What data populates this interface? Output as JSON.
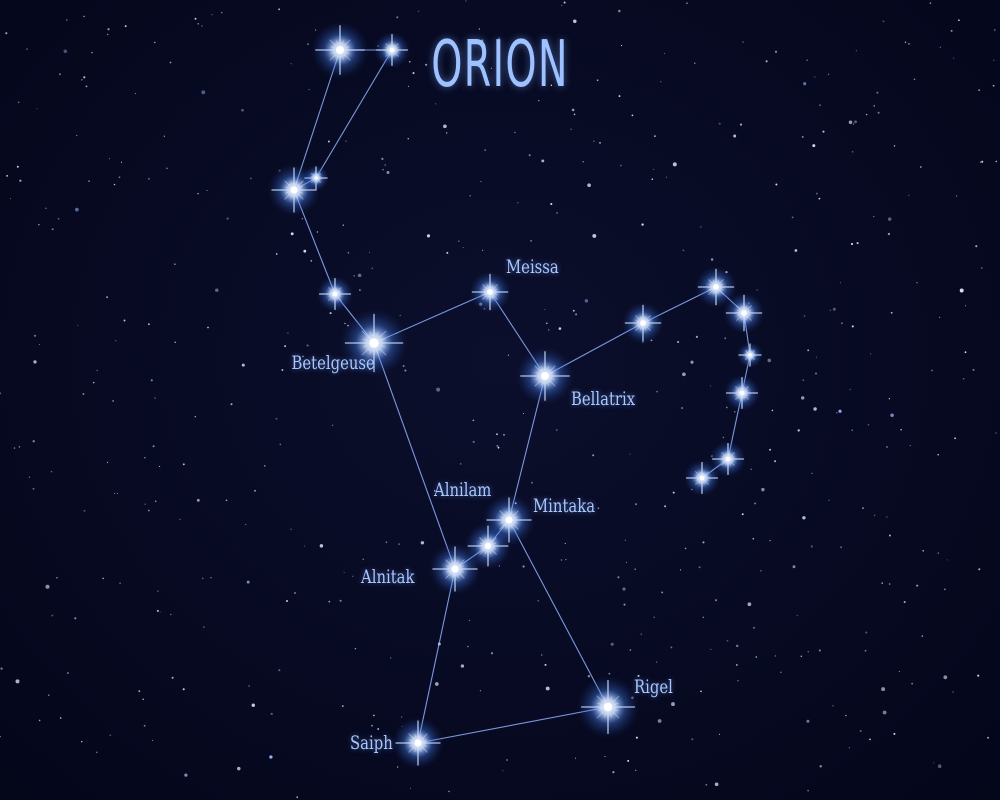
{
  "title": "ORION",
  "colors": {
    "background": "#05071a",
    "line": "#8fb2ff",
    "star_core": "#ffffff",
    "star_glow": "#4f8dff",
    "label": "#a9c6ff"
  },
  "labels": {
    "betelgeuse": "Betelgeuse",
    "meissa": "Meissa",
    "bellatrix": "Bellatrix",
    "alnilam": "Alnilam",
    "mintaka": "Mintaka",
    "alnitak": "Alnitak",
    "rigel": "Rigel",
    "saiph": "Saiph"
  }
}
